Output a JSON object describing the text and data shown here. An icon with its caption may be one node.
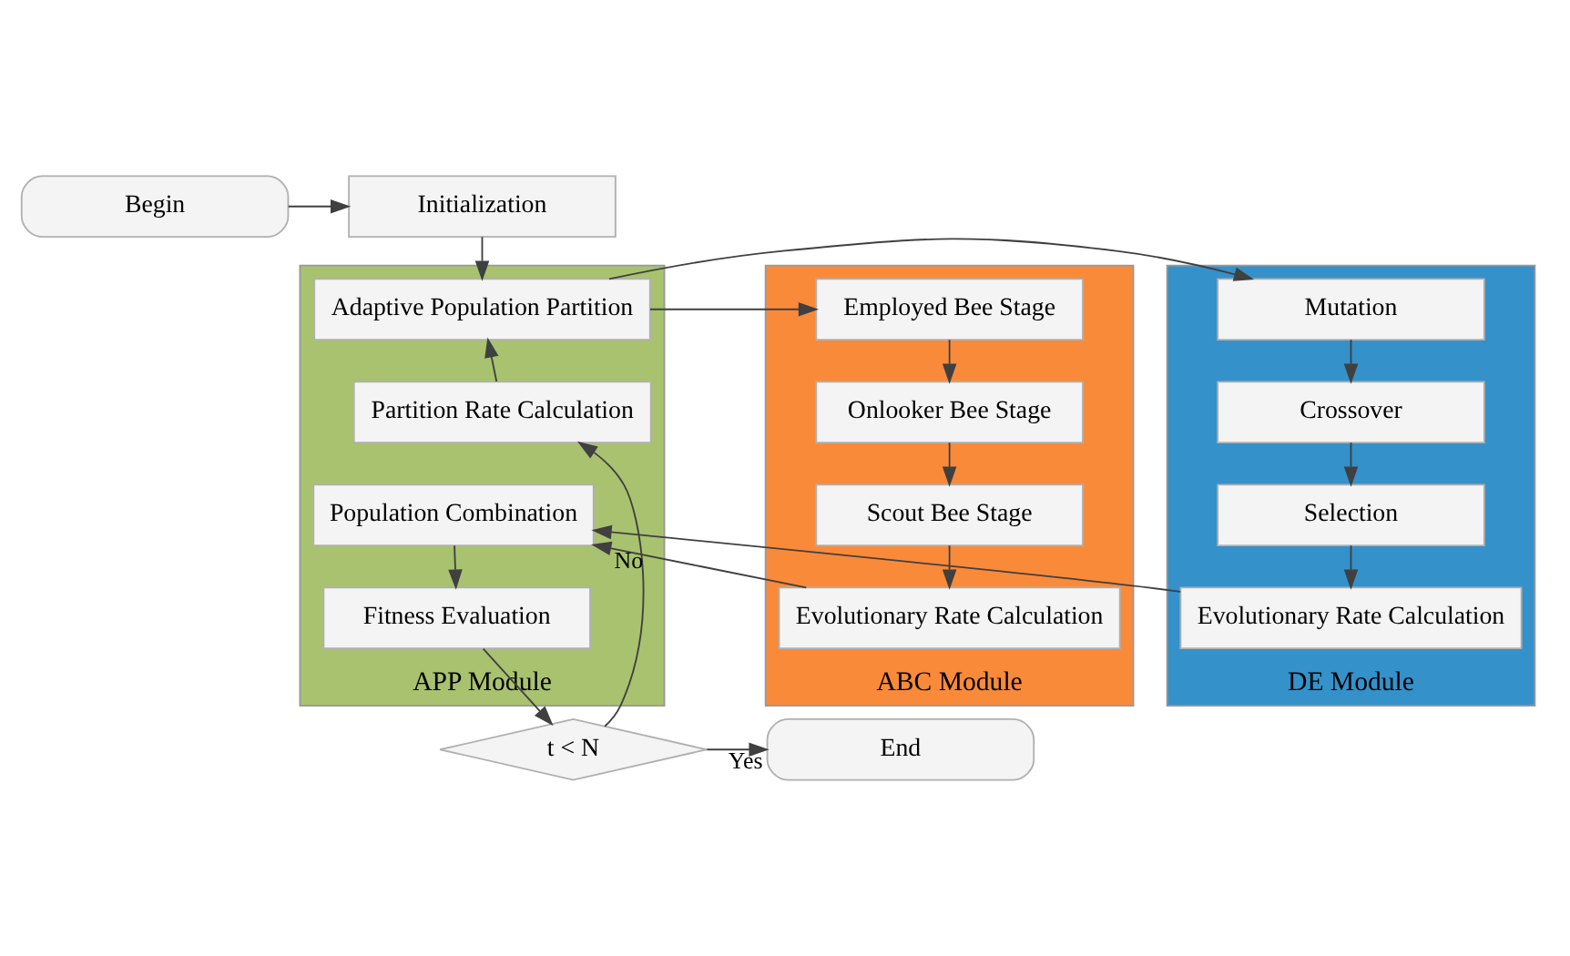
{
  "diagram": {
    "nodes": [
      {
        "text": [
          "Initialization"
        ]
      },
      {
        "text": [
          "Begin"
        ]
      },
      {
        "text": [
          "ABC Module"
        ]
      },
      {
        "text": [
          "Employed Bee Stage"
        ],
        "in": 2
      },
      {
        "text": [
          "Onlooker Bee Stage"
        ],
        "in": 2
      },
      {
        "text": [
          "Scout Bee Stage"
        ],
        "in": 2
      },
      {
        "text": [
          "Evolutionary Rate Calculation"
        ],
        "in": 2
      },
      {
        "text": [
          "APP Module"
        ]
      },
      {
        "text": [
          "Adaptive Population Partition"
        ],
        "in": 7
      },
      {
        "text": [
          "Partition Rate Calculation"
        ],
        "in": 7
      },
      {
        "text": [
          "Population Combination"
        ],
        "in": 7
      },
      {
        "text": [
          "Fitness Evaluation"
        ],
        "in": 7
      },
      {
        "text": [
          "DE Module"
        ]
      },
      {
        "text": [
          "Mutation"
        ],
        "in": 12
      },
      {
        "text": [
          "Crossover"
        ],
        "in": 12
      },
      {
        "text": [
          "Selection"
        ],
        "in": 12
      },
      {
        "text": [
          "Evolutionary Rate Calculation"
        ],
        "in": 12
      },
      {
        "text": [
          "t < N"
        ]
      },
      {
        "text": [
          "End"
        ]
      }
    ],
    "edges": [
      {
        "from": 1,
        "to": 0,
        "arrow": "to"
      },
      {
        "from": 0,
        "to": 8,
        "arrow": "to"
      },
      {
        "from": 8,
        "to": 3,
        "arrow": "to"
      },
      {
        "from": 8,
        "to": 13,
        "arrow": "to"
      },
      {
        "from": 3,
        "to": 4,
        "arrow": "to"
      },
      {
        "from": 4,
        "to": 5,
        "arrow": "to"
      },
      {
        "from": 5,
        "to": 6,
        "arrow": "to"
      },
      {
        "from": 13,
        "to": 14,
        "arrow": "to"
      },
      {
        "from": 14,
        "to": 15,
        "arrow": "to"
      },
      {
        "from": 15,
        "to": 16,
        "arrow": "to"
      },
      {
        "from": 6,
        "to": 10,
        "arrow": "to"
      },
      {
        "from": 16,
        "to": 10,
        "arrow": "to"
      },
      {
        "from": 9,
        "to": 8,
        "arrow": "to"
      },
      {
        "from": 10,
        "to": 11,
        "arrow": "to"
      },
      {
        "from": 11,
        "to": 17,
        "arrow": "to"
      },
      {
        "from": 17,
        "to": 9,
        "arrow": "to",
        "label": "No"
      },
      {
        "from": 17,
        "to": 18,
        "arrow": "to",
        "label": "Yes"
      }
    ]
  }
}
